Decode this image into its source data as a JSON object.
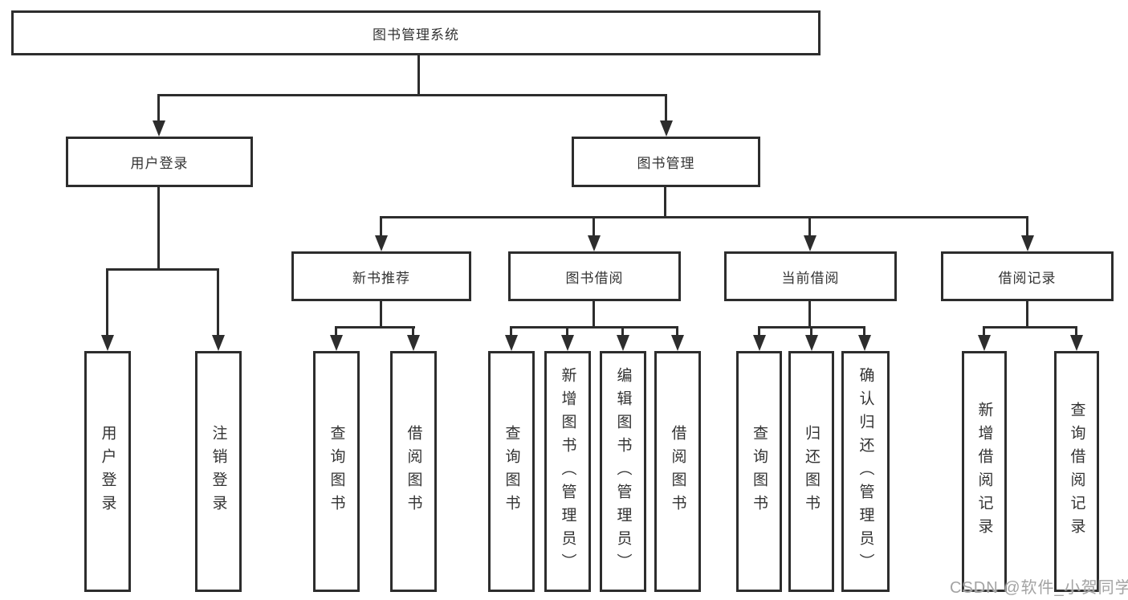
{
  "diagram_title": "图书管理系统",
  "nodes": {
    "root": "图书管理系统",
    "user_login": "用户登录",
    "book_mgmt": "图书管理",
    "user_login_leaf": "用户登录",
    "logout_leaf": "注销登录",
    "new_book_rec": "新书推荐",
    "book_borrow": "图书借阅",
    "current_borrow": "当前借阅",
    "borrow_record": "借阅记录",
    "nb_query": "查询图书",
    "nb_borrow": "借阅图书",
    "bb_query": "查询图书",
    "bb_add": "新增图书（管理员）",
    "bb_edit": "编辑图书（管理员）",
    "bb_borrow": "借阅图书",
    "cb_query": "查询图书",
    "cb_return": "归还图书",
    "cb_confirm": "确认归还（管理员）",
    "br_add": "新增借阅记录",
    "br_query": "查询借阅记录"
  },
  "structure": {
    "root": "图书管理系统",
    "children": [
      {
        "label": "用户登录",
        "children": [
          {
            "label": "用户登录"
          },
          {
            "label": "注销登录"
          }
        ]
      },
      {
        "label": "图书管理",
        "children": [
          {
            "label": "新书推荐",
            "children": [
              {
                "label": "查询图书"
              },
              {
                "label": "借阅图书"
              }
            ]
          },
          {
            "label": "图书借阅",
            "children": [
              {
                "label": "查询图书"
              },
              {
                "label": "新增图书（管理员）"
              },
              {
                "label": "编辑图书（管理员）"
              },
              {
                "label": "借阅图书"
              }
            ]
          },
          {
            "label": "当前借阅",
            "children": [
              {
                "label": "查询图书"
              },
              {
                "label": "归还图书"
              },
              {
                "label": "确认归还（管理员）"
              }
            ]
          },
          {
            "label": "借阅记录",
            "children": [
              {
                "label": "新增借阅记录"
              },
              {
                "label": "查询借阅记录"
              }
            ]
          }
        ]
      }
    ]
  },
  "watermark": "CSDN @软件_小贺同学",
  "colors": {
    "line": "#2d2d2d",
    "box_border": "#2d2d2d",
    "text": "#333333",
    "background": "#ffffff",
    "watermark": "#a3a3a3"
  }
}
